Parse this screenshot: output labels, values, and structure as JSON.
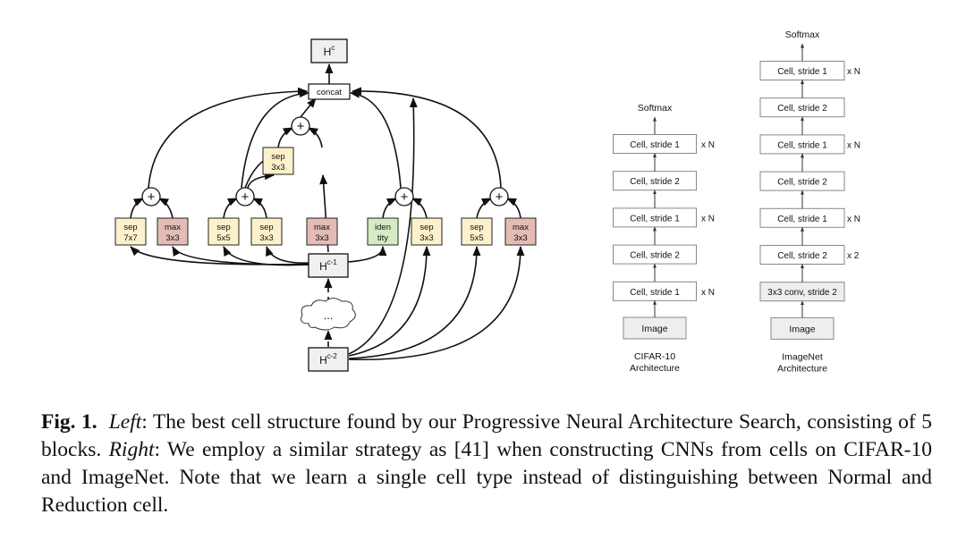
{
  "left_diagram": {
    "output_node": {
      "base": "H",
      "sup": "c"
    },
    "concat_label": "concat",
    "h_prev": {
      "base": "H",
      "sup": "c-1"
    },
    "h_prev2": {
      "base": "H",
      "sup": "c-2"
    },
    "cloud_label": "...",
    "plus_symbol": "+",
    "ops": [
      {
        "id": "op1",
        "lines": [
          "sep",
          "7x7"
        ],
        "kind": "sep"
      },
      {
        "id": "op2",
        "lines": [
          "max",
          "3x3"
        ],
        "kind": "max"
      },
      {
        "id": "op3",
        "lines": [
          "sep",
          "5x5"
        ],
        "kind": "sep"
      },
      {
        "id": "op4",
        "lines": [
          "sep",
          "3x3"
        ],
        "kind": "sep"
      },
      {
        "id": "op5",
        "lines": [
          "sep",
          "3x3"
        ],
        "kind": "sep"
      },
      {
        "id": "op6",
        "lines": [
          "max",
          "3x3"
        ],
        "kind": "max"
      },
      {
        "id": "op7",
        "lines": [
          "iden",
          "tity"
        ],
        "kind": "identity"
      },
      {
        "id": "op8",
        "lines": [
          "sep",
          "3x3"
        ],
        "kind": "sep"
      },
      {
        "id": "op9",
        "lines": [
          "sep",
          "5x5"
        ],
        "kind": "sep"
      },
      {
        "id": "op10",
        "lines": [
          "max",
          "3x3"
        ],
        "kind": "max"
      }
    ]
  },
  "cifar": {
    "softmax": "Softmax",
    "layers": [
      {
        "label": "Cell, stride 1",
        "rep": "x N"
      },
      {
        "label": "Cell, stride 2",
        "rep": ""
      },
      {
        "label": "Cell, stride 1",
        "rep": "x N"
      },
      {
        "label": "Cell, stride 2",
        "rep": ""
      },
      {
        "label": "Cell, stride 1",
        "rep": "x N"
      }
    ],
    "input": "Image",
    "title_lines": [
      "CIFAR-10",
      "Architecture"
    ]
  },
  "imagenet": {
    "softmax": "Softmax",
    "layers": [
      {
        "label": "Cell, stride 1",
        "rep": "x N"
      },
      {
        "label": "Cell, stride 2",
        "rep": ""
      },
      {
        "label": "Cell, stride 1",
        "rep": "x N"
      },
      {
        "label": "Cell, stride 2",
        "rep": ""
      },
      {
        "label": "Cell, stride 1",
        "rep": "x N"
      },
      {
        "label": "Cell, stride 2",
        "rep": "x 2"
      },
      {
        "label": "3x3 conv, stride 2",
        "rep": ""
      }
    ],
    "input": "Image",
    "title_lines": [
      "ImageNet",
      "Architecture"
    ]
  },
  "caption": {
    "label": "Fig. 1.",
    "left_word": "Left",
    "part1": ": The best cell structure found by our Progressive Neural Architecture Search, consisting of 5 blocks. ",
    "right_word": "Right",
    "part2": ": We employ a similar strategy as [41] when constructing CNNs from cells on CIFAR-10 and ImageNet. Note that we learn a single cell type instead of distinguishing between Normal and Reduction cell."
  },
  "colors": {
    "sep_fill": "#fdf1cb",
    "max_fill": "#e4bcb5",
    "identity_fill": "#d6ebc4",
    "box_stroke": "#222222",
    "stack_stroke": "#888888",
    "image_fill": "#eeeeee"
  }
}
